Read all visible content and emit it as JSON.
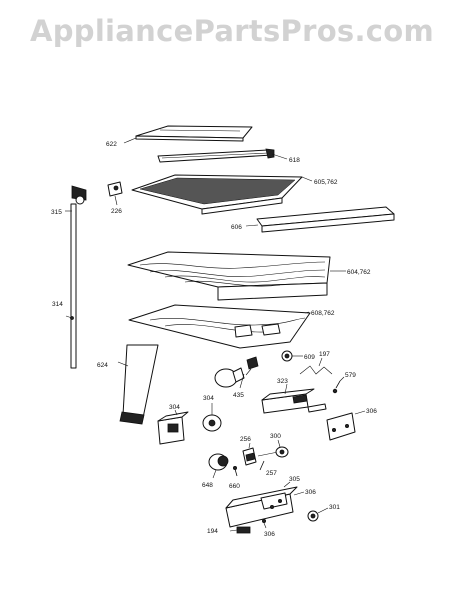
{
  "watermark": "AppliancePartsPros.com",
  "callouts": [
    {
      "id": "622",
      "text": "622"
    },
    {
      "id": "618",
      "text": "618"
    },
    {
      "id": "605",
      "text": "605,762"
    },
    {
      "id": "315",
      "text": "315"
    },
    {
      "id": "226",
      "text": "226"
    },
    {
      "id": "606",
      "text": "606"
    },
    {
      "id": "604",
      "text": "604,762"
    },
    {
      "id": "314",
      "text": "314"
    },
    {
      "id": "608",
      "text": "608,762"
    },
    {
      "id": "609",
      "text": "609"
    },
    {
      "id": "197",
      "text": "197"
    },
    {
      "id": "624",
      "text": "624"
    },
    {
      "id": "435",
      "text": "435"
    },
    {
      "id": "323",
      "text": "323"
    },
    {
      "id": "579",
      "text": "579"
    },
    {
      "id": "304a",
      "text": "304"
    },
    {
      "id": "304b",
      "text": "304"
    },
    {
      "id": "306a",
      "text": "306"
    },
    {
      "id": "256",
      "text": "256"
    },
    {
      "id": "300",
      "text": "300"
    },
    {
      "id": "257",
      "text": "257"
    },
    {
      "id": "648",
      "text": "648"
    },
    {
      "id": "660",
      "text": "660"
    },
    {
      "id": "305",
      "text": "305"
    },
    {
      "id": "306b",
      "text": "306"
    },
    {
      "id": "301",
      "text": "301"
    },
    {
      "id": "194",
      "text": "194"
    },
    {
      "id": "306c",
      "text": "306"
    }
  ]
}
